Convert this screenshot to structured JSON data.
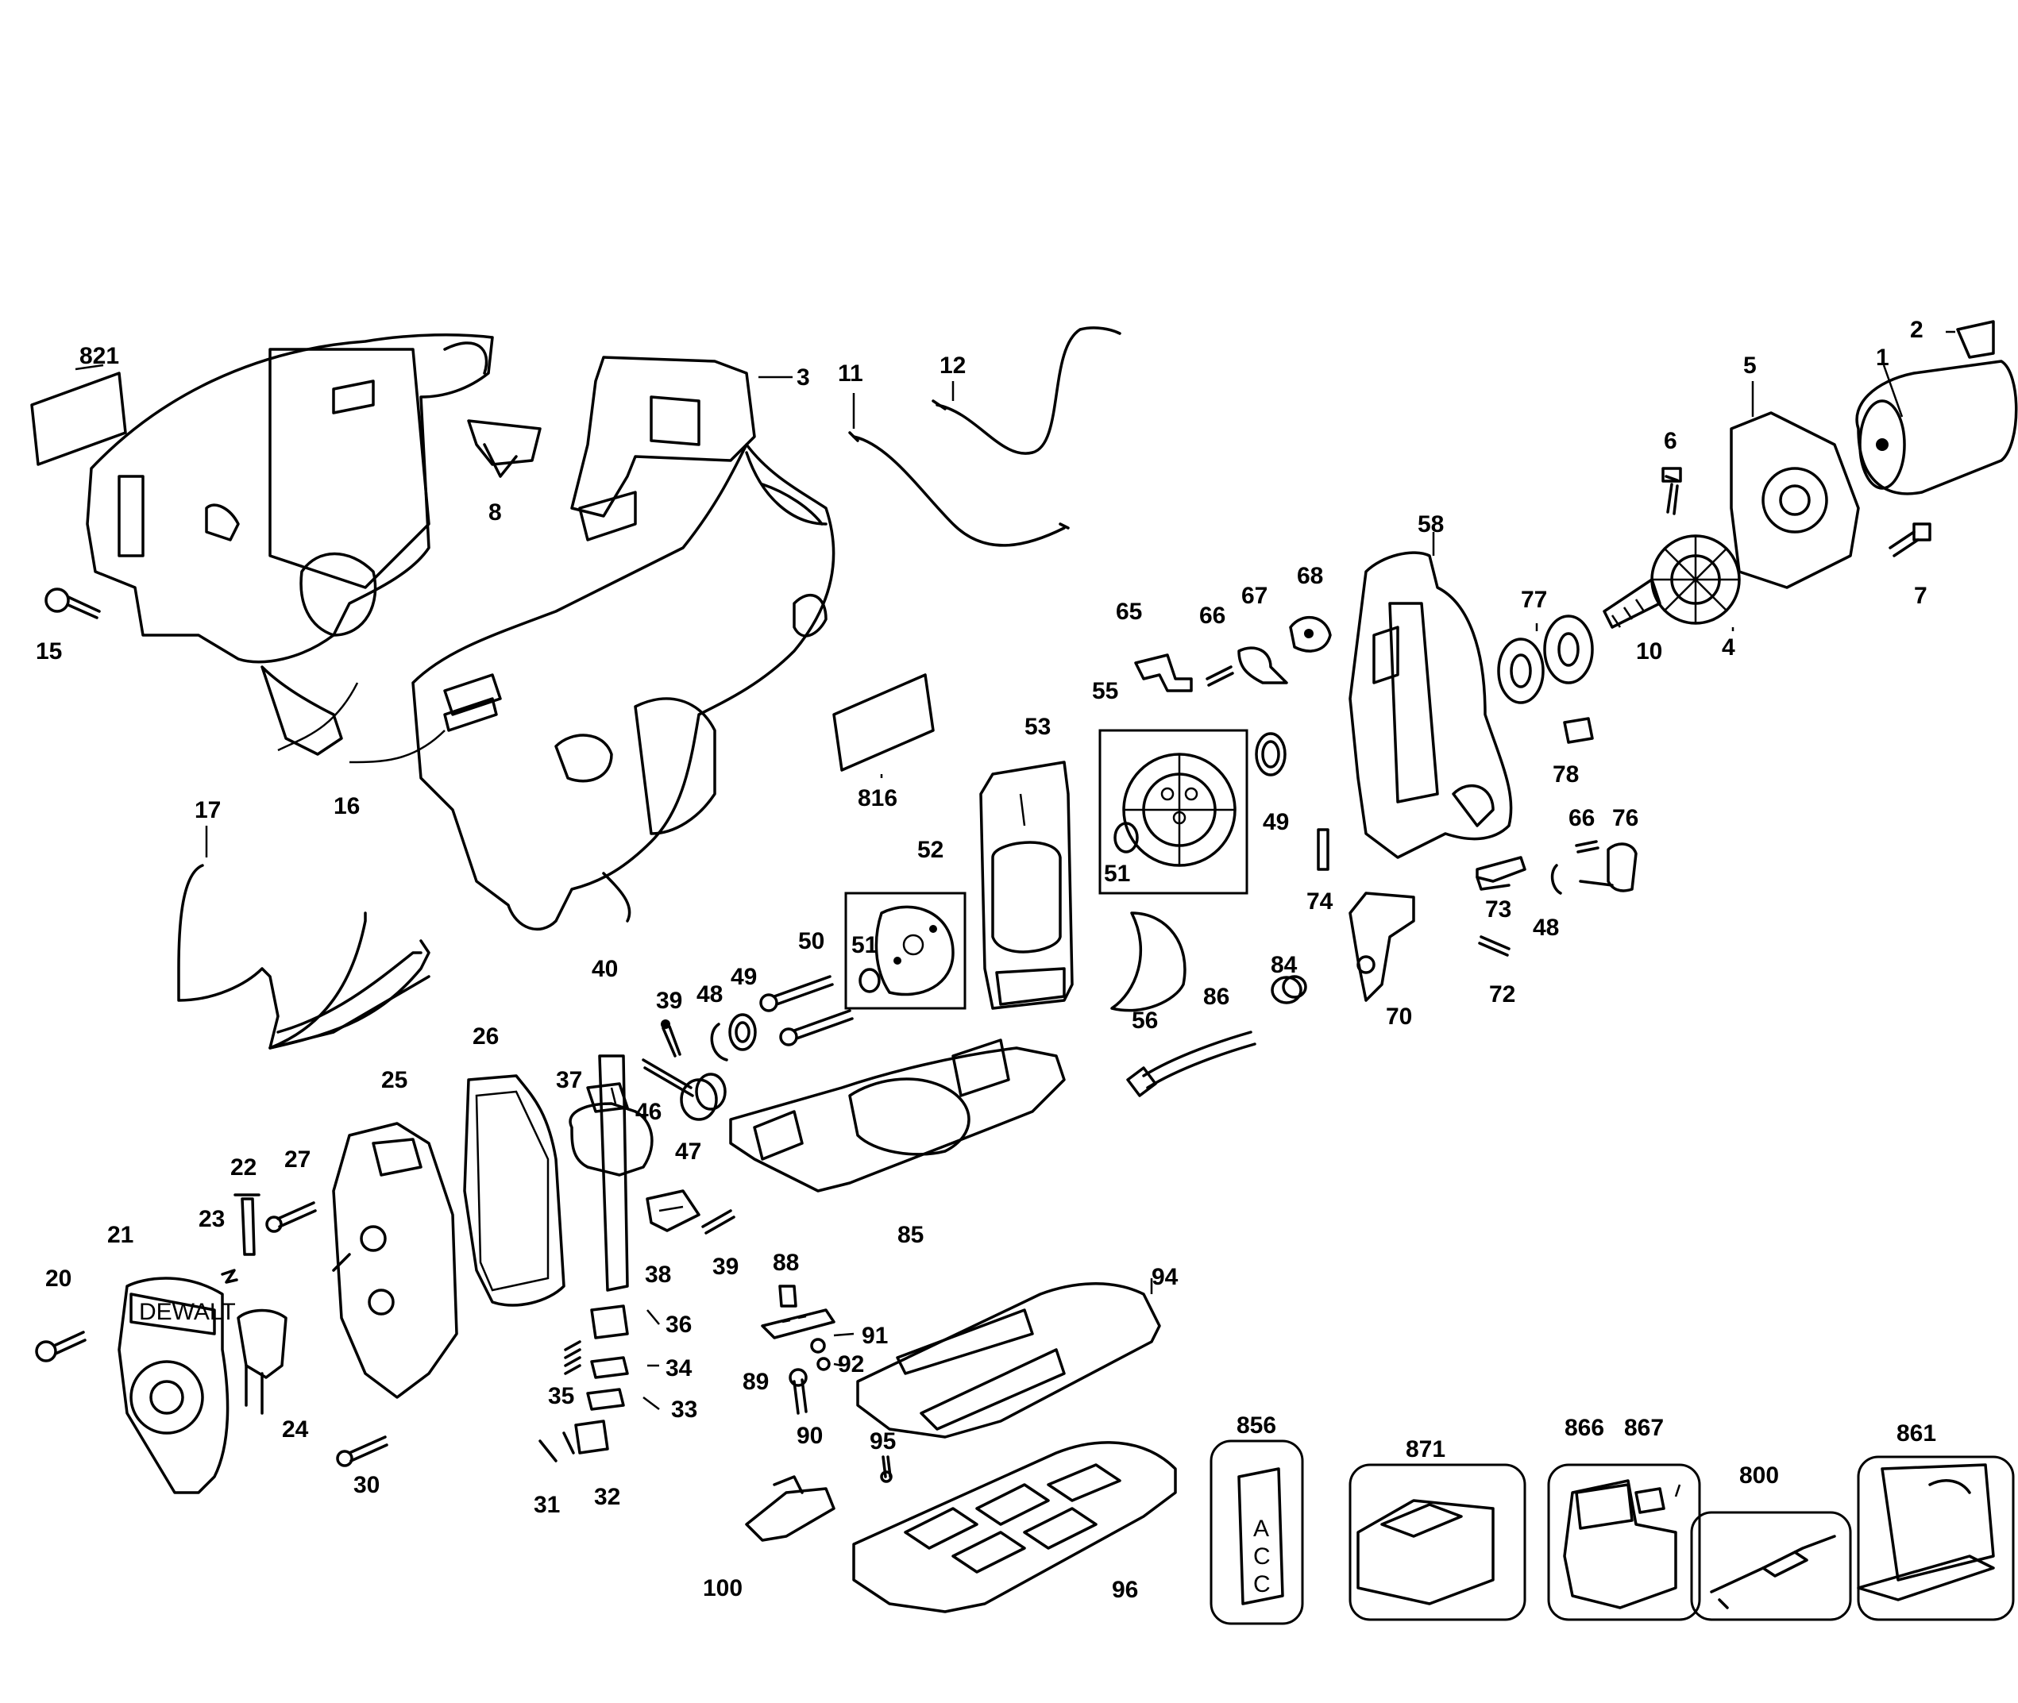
{
  "labels": {
    "l1": "1",
    "l2": "2",
    "l3": "3",
    "l4": "4",
    "l5": "5",
    "l6": "6",
    "l7": "7",
    "l8": "8",
    "l10": "10",
    "l11": "11",
    "l12": "12",
    "l15": "15",
    "l16": "16",
    "l17": "17",
    "l20": "20",
    "l21": "21",
    "l22": "22",
    "l23": "23",
    "l24": "24",
    "l25": "25",
    "l26": "26",
    "l27": "27",
    "l30": "30",
    "l31": "31",
    "l32": "32",
    "l33": "33",
    "l34": "34",
    "l35": "35",
    "l36": "36",
    "l37": "37",
    "l38": "38",
    "l39a": "39",
    "l39b": "39",
    "l40": "40",
    "l46": "46",
    "l47": "47",
    "l48a": "48",
    "l48b": "48",
    "l49a": "49",
    "l49b": "49",
    "l50": "50",
    "l51a": "51",
    "l51b": "51",
    "l52": "52",
    "l53": "53",
    "l55": "55",
    "l56": "56",
    "l58": "58",
    "l65": "65",
    "l66a": "66",
    "l66b": "66",
    "l67": "67",
    "l68": "68",
    "l70": "70",
    "l72": "72",
    "l73": "73",
    "l74": "74",
    "l76": "76",
    "l77": "77",
    "l78": "78",
    "l84": "84",
    "l85": "85",
    "l86": "86",
    "l88": "88",
    "l89": "89",
    "l90": "90",
    "l91": "91",
    "l92": "92",
    "l94": "94",
    "l95": "95",
    "l96": "96",
    "l100": "100",
    "l800": "800",
    "l816": "816",
    "l821": "821",
    "l856": "856",
    "l861": "861",
    "l866": "866",
    "l867": "867",
    "l871": "871"
  },
  "accessory_text": {
    "a": "A",
    "c1": "C",
    "c2": "C"
  },
  "brand_text": "DEWALT"
}
